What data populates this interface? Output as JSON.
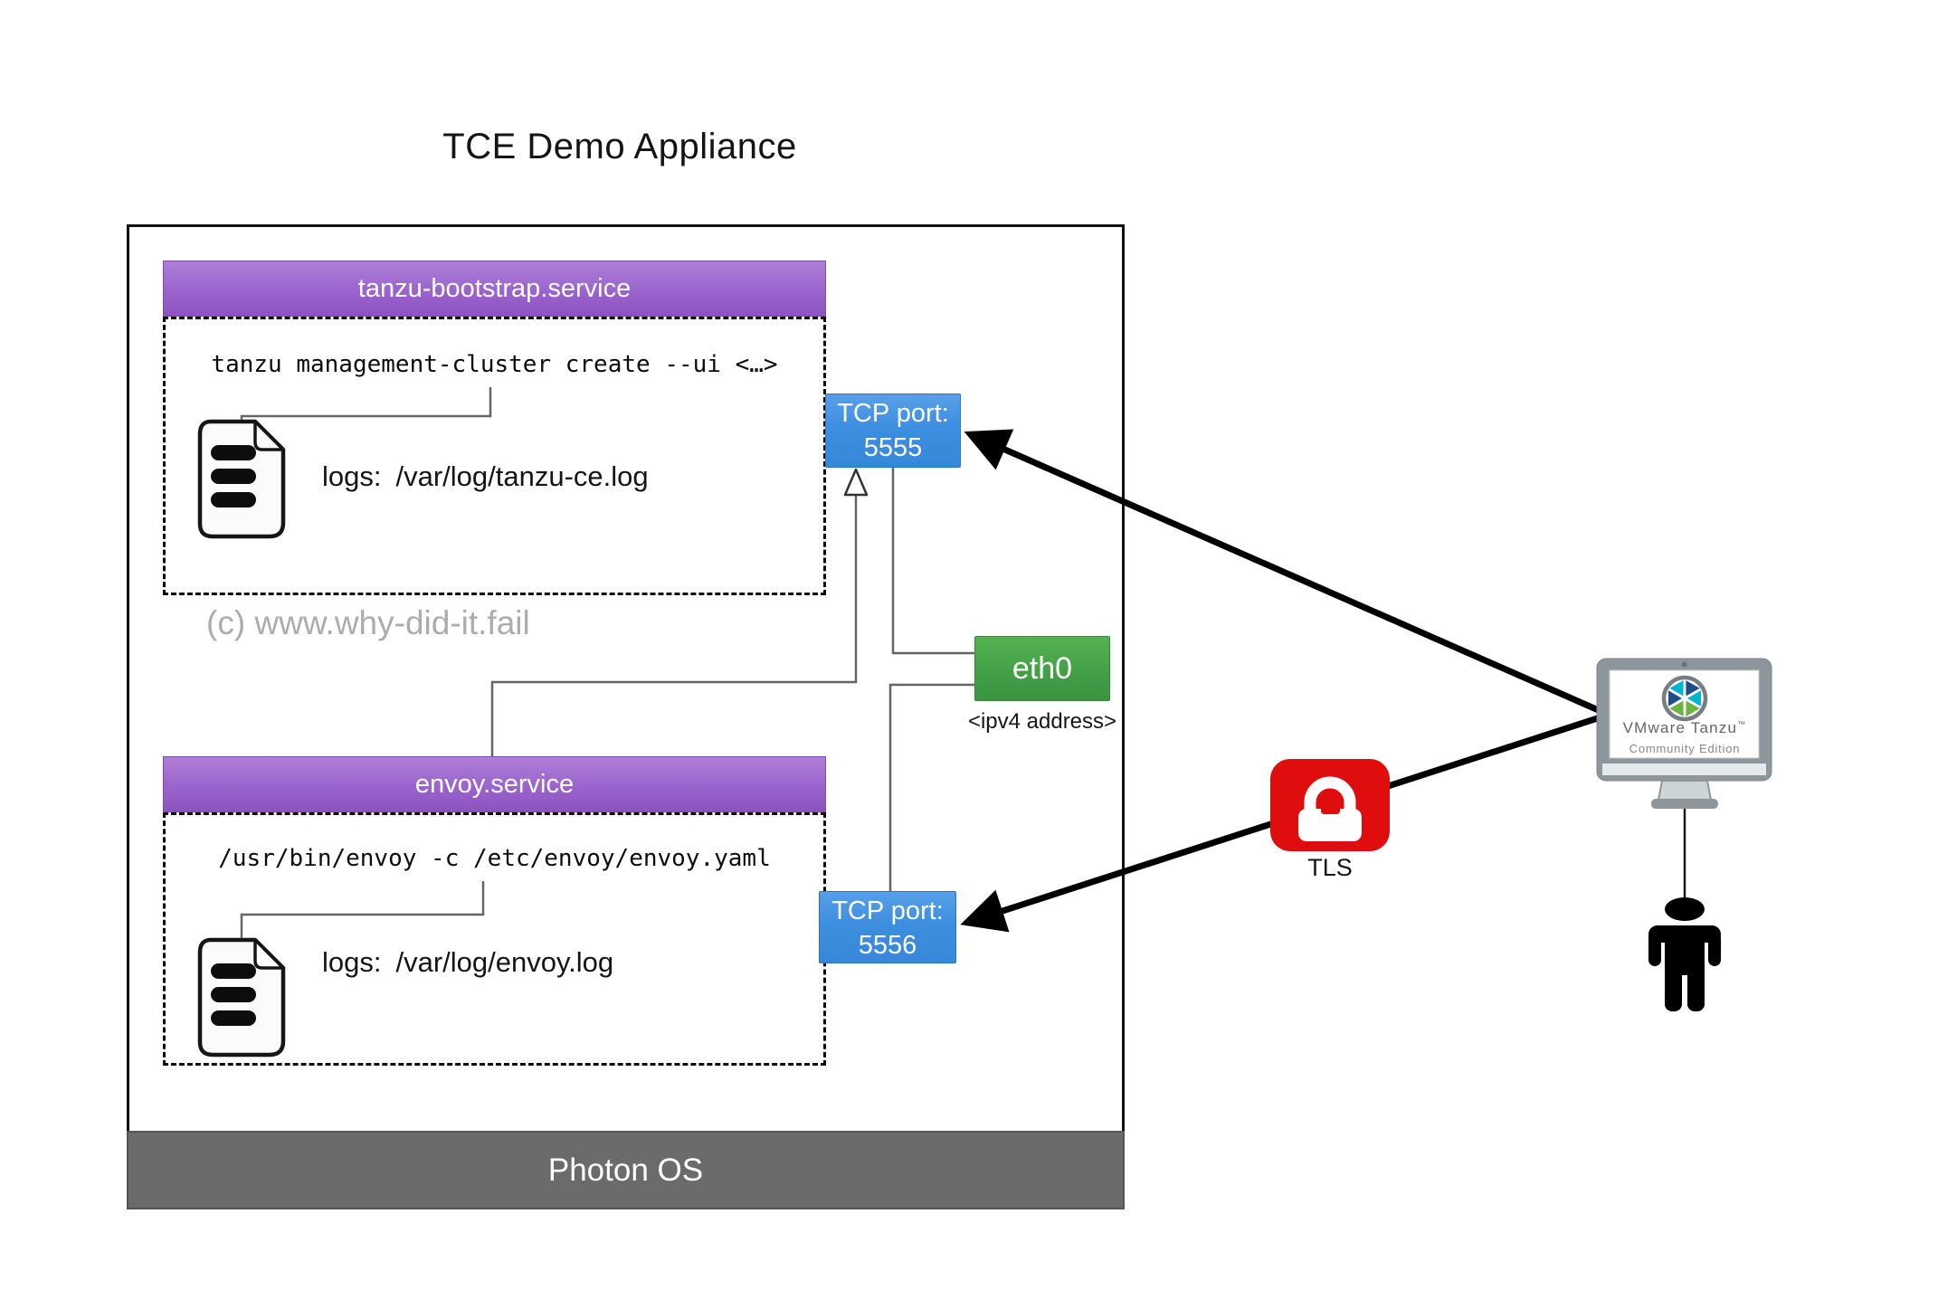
{
  "title": "TCE Demo Appliance",
  "watermark": "(c) www.why-did-it.fail",
  "appliance": {
    "os": "Photon OS",
    "services": [
      {
        "name": "tanzu-bootstrap.service",
        "command": "tanzu management-cluster create --ui <…>",
        "logs_label": "logs:",
        "logs_path": "/var/log/tanzu-ce.log"
      },
      {
        "name": "envoy.service",
        "command": "/usr/bin/envoy -c /etc/envoy/envoy.yaml",
        "logs_label": "logs:",
        "logs_path": "/var/log/envoy.log"
      }
    ],
    "ports": [
      {
        "label": "TCP port:",
        "number": "5555"
      },
      {
        "label": "TCP port:",
        "number": "5556"
      }
    ],
    "network": {
      "interface": "eth0",
      "address": "<ipv4 address>"
    }
  },
  "security": {
    "label": "TLS"
  },
  "client": {
    "brand": "VMware Tanzu",
    "trademark": "™",
    "edition": "Community Edition"
  },
  "colors": {
    "service_purple": "#9a64cc",
    "port_blue": "#3e8ee0",
    "nic_green": "#43a047",
    "tls_red": "#df0d0d",
    "os_gray": "#6b6b6b",
    "watermark_gray": "#acacac",
    "connector_gray": "#666666"
  }
}
